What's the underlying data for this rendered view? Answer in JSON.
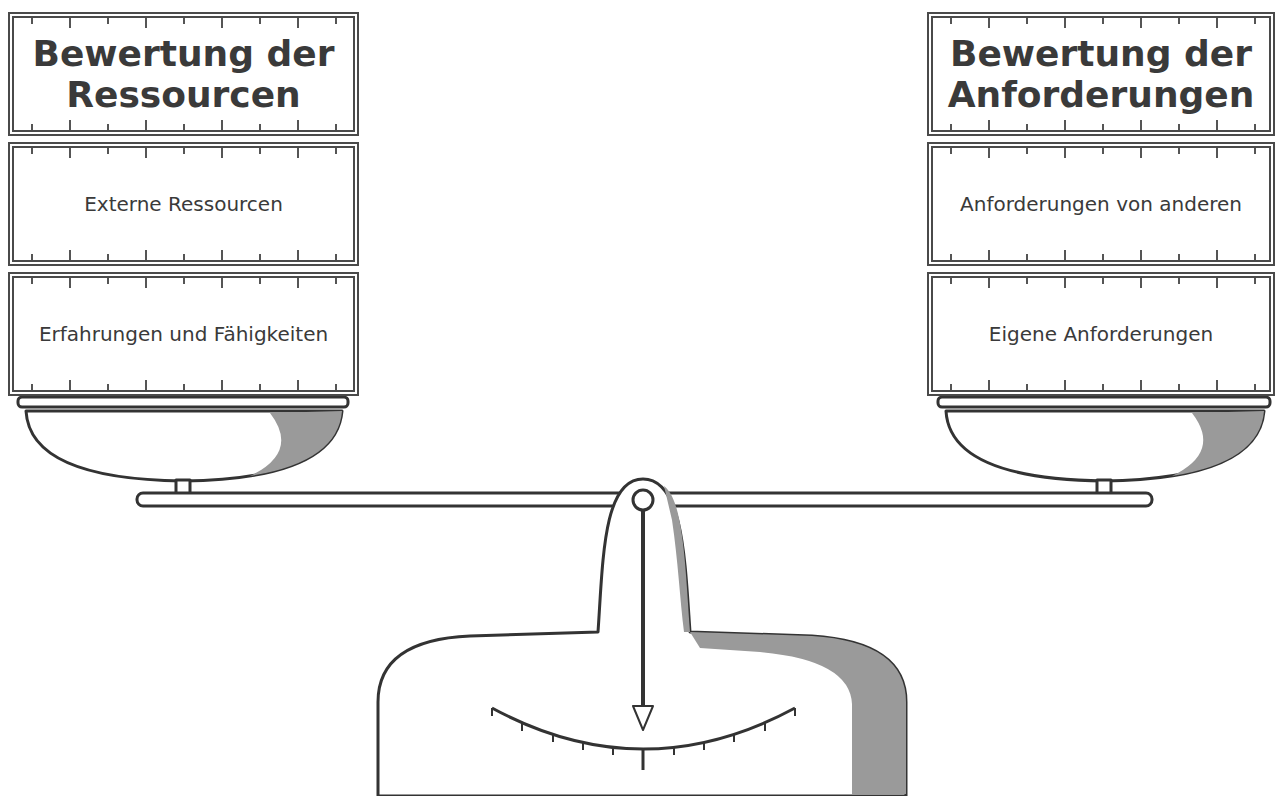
{
  "diagram": {
    "nodes": [
      {
        "text": [
          "Bewertung der Ressourcen"
        ]
      },
      {
        "text": [
          "Bewertung der Anforderungen"
        ]
      },
      {
        "text": [
          "Externe Ressourcen"
        ]
      },
      {
        "text": [
          "Anforderungen von anderen"
        ]
      },
      {
        "text": [
          "Erfahrungen und Fähigkeiten"
        ]
      },
      {
        "text": [
          "Eigene Anforderungen"
        ]
      }
    ]
  }
}
